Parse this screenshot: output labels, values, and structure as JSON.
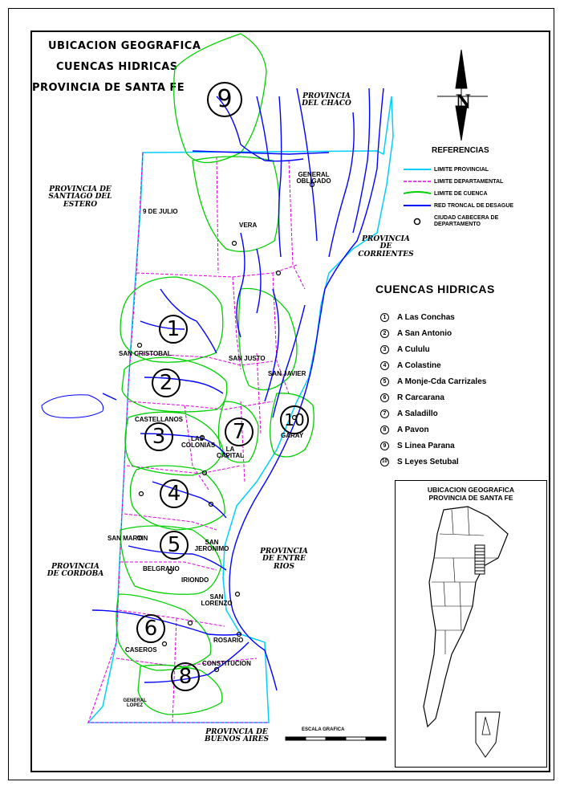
{
  "title": {
    "line1": "UBICACION GEOGRAFICA",
    "line2": "CUENCAS HIDRICAS",
    "line3": "PROVINCIA DE SANTA FE"
  },
  "provinces": {
    "chaco": "PROVINCIA DEL CHACO",
    "santiago": "PROVINCIA DE SANTIAGO DEL ESTERO",
    "corrientes": "PROVINCIA DE CORRIENTES",
    "entre_rios": "PROVINCIA DE ENTRE RIOS",
    "cordoba": "PROVINCIA DE CORDOBA",
    "buenos_aires": "PROVINCIA DE BUENOS AIRES"
  },
  "references": {
    "title": "REFERENCIAS",
    "items": [
      {
        "label": "LIMITE PROVINCIAL",
        "color": "#00cfff",
        "style": "solid"
      },
      {
        "label": "LIMITE DEPARTAMENTAL",
        "color": "#e000e0",
        "style": "dashed"
      },
      {
        "label": "LIMITE DE CUENCA",
        "color": "#00d000",
        "style": "solid"
      },
      {
        "label": "RED TRONCAL DE DESAGUE",
        "color": "#0000ff",
        "style": "solid"
      },
      {
        "label": "CIUDAD CABECERA DE DEPARTAMENTO",
        "color": "#000000",
        "style": "circle"
      }
    ]
  },
  "cuencas": {
    "title": "CUENCAS HIDRICAS",
    "items": [
      {
        "num": "1",
        "name": "A Las Conchas"
      },
      {
        "num": "2",
        "name": "A San Antonio"
      },
      {
        "num": "3",
        "name": "A Cululu"
      },
      {
        "num": "4",
        "name": "A Colastine"
      },
      {
        "num": "5",
        "name": "A Monje-Cda Carrizales"
      },
      {
        "num": "6",
        "name": "R Carcarana"
      },
      {
        "num": "7",
        "name": "A Saladillo"
      },
      {
        "num": "8",
        "name": "A Pavon"
      },
      {
        "num": "9",
        "name": "S Linea Parana"
      },
      {
        "num": "10",
        "name": "S Leyes Setubal"
      }
    ]
  },
  "inset": {
    "line1": "UBICACION GEOGRAFICA",
    "line2": "PROVINCIA DE SANTA FE"
  },
  "map_labels": {
    "general_obligado": "GENERAL OBLIGADO",
    "nueve_de_julio": "9 DE JULIO",
    "vera": "VERA",
    "san_cristobal": "SAN CRISTOBAL",
    "san_justo": "SAN JUSTO",
    "san_javier": "SAN JAVIER",
    "castellanos": "CASTELLANOS",
    "las_colonias": "LAS COLONIAS",
    "la_capital": "LA CAPITAL",
    "garay": "GARAY",
    "san_martin": "SAN MARTIN",
    "san_jeronimo": "SAN JERONIMO",
    "belgrano": "BELGRANO",
    "iriondo": "IRIONDO",
    "san_lorenzo": "SAN LORENZO",
    "caseros": "CASEROS",
    "rosario": "ROSARIO",
    "constitucion": "CONSTITUCION",
    "general_lopez": "GENERAL LOPEZ",
    "escala": "ESCALA GRAFICA"
  },
  "colors": {
    "provincial": "#00cfff",
    "departmental": "#e000e0",
    "basin": "#00d000",
    "river": "#0000ff"
  }
}
